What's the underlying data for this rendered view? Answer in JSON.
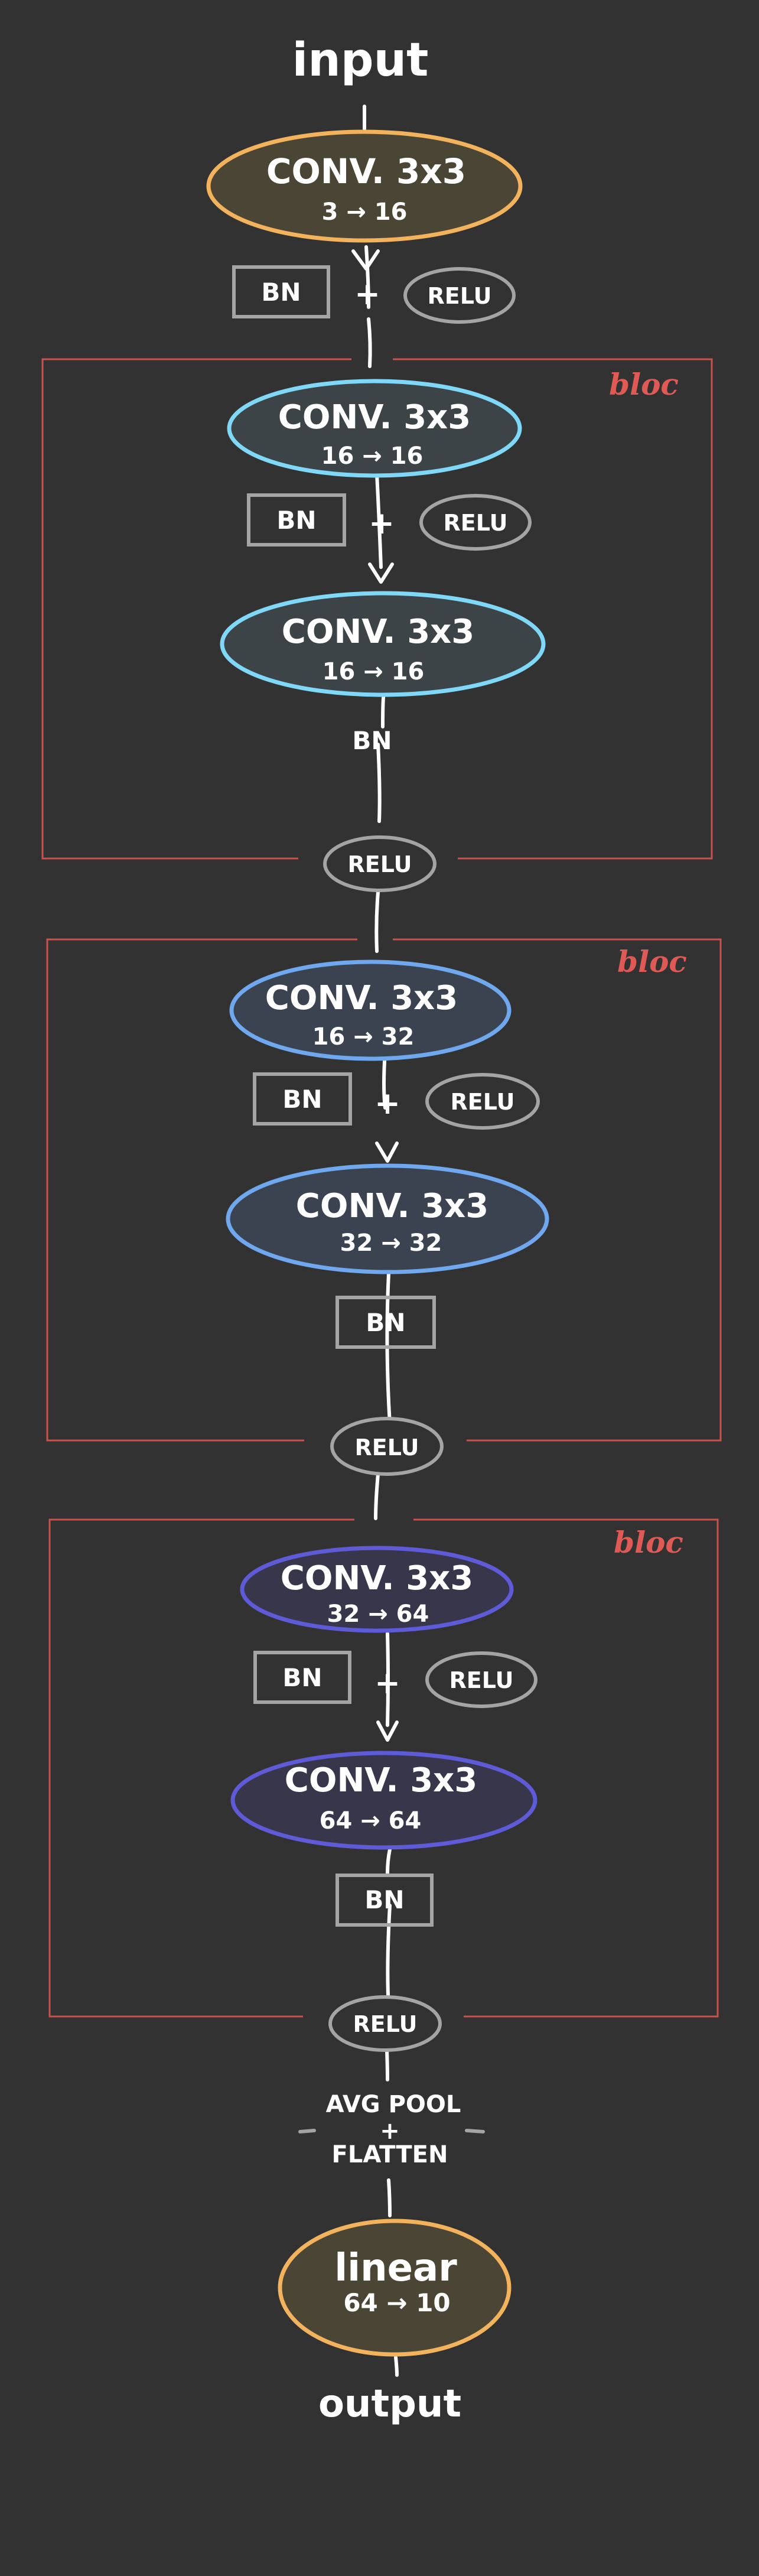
{
  "input_label": "input",
  "output_label": "output",
  "colors": {
    "background": "#323232",
    "stem": "#f3b35c",
    "bloc1": "#7fd8f7",
    "bloc2": "#6fa8ee",
    "bloc3": "#5e5bd8",
    "box_stroke": "#a4a4a4",
    "bloc_frame": "#c9524d",
    "bloc_label": "#e05a55"
  },
  "stem": {
    "conv_title": "CONV. 3x3",
    "conv_dims": "3 → 16",
    "bn": "BN",
    "plus": "+",
    "relu": "RELU"
  },
  "blocks": [
    {
      "label": "bloc",
      "conv1_title": "CONV. 3x3",
      "conv1_dims": "16 → 16",
      "bn1": "BN",
      "plus": "+",
      "relu1": "RELU",
      "conv2_title": "CONV. 3x3",
      "conv2_dims": "16 → 16",
      "bn2": "BN",
      "relu_out": "RELU"
    },
    {
      "label": "bloc",
      "conv1_title": "CONV. 3x3",
      "conv1_dims": "16 → 32",
      "bn1": "BN",
      "plus": "+",
      "relu1": "RELU",
      "conv2_title": "CONV. 3x3",
      "conv2_dims": "32 → 32",
      "bn2": "BN",
      "relu_out": "RELU"
    },
    {
      "label": "bloc",
      "conv1_title": "CONV. 3x3",
      "conv1_dims": "32 → 64",
      "bn1": "BN",
      "plus": "+",
      "relu1": "RELU",
      "conv2_title": "CONV. 3x3",
      "conv2_dims": "64 → 64",
      "bn2": "BN",
      "relu_out": "RELU"
    }
  ],
  "pool": {
    "line1": "AVG POOL",
    "line2": "+",
    "line3": "FLATTEN"
  },
  "linear": {
    "title": "linear",
    "dims": "64 → 10"
  }
}
